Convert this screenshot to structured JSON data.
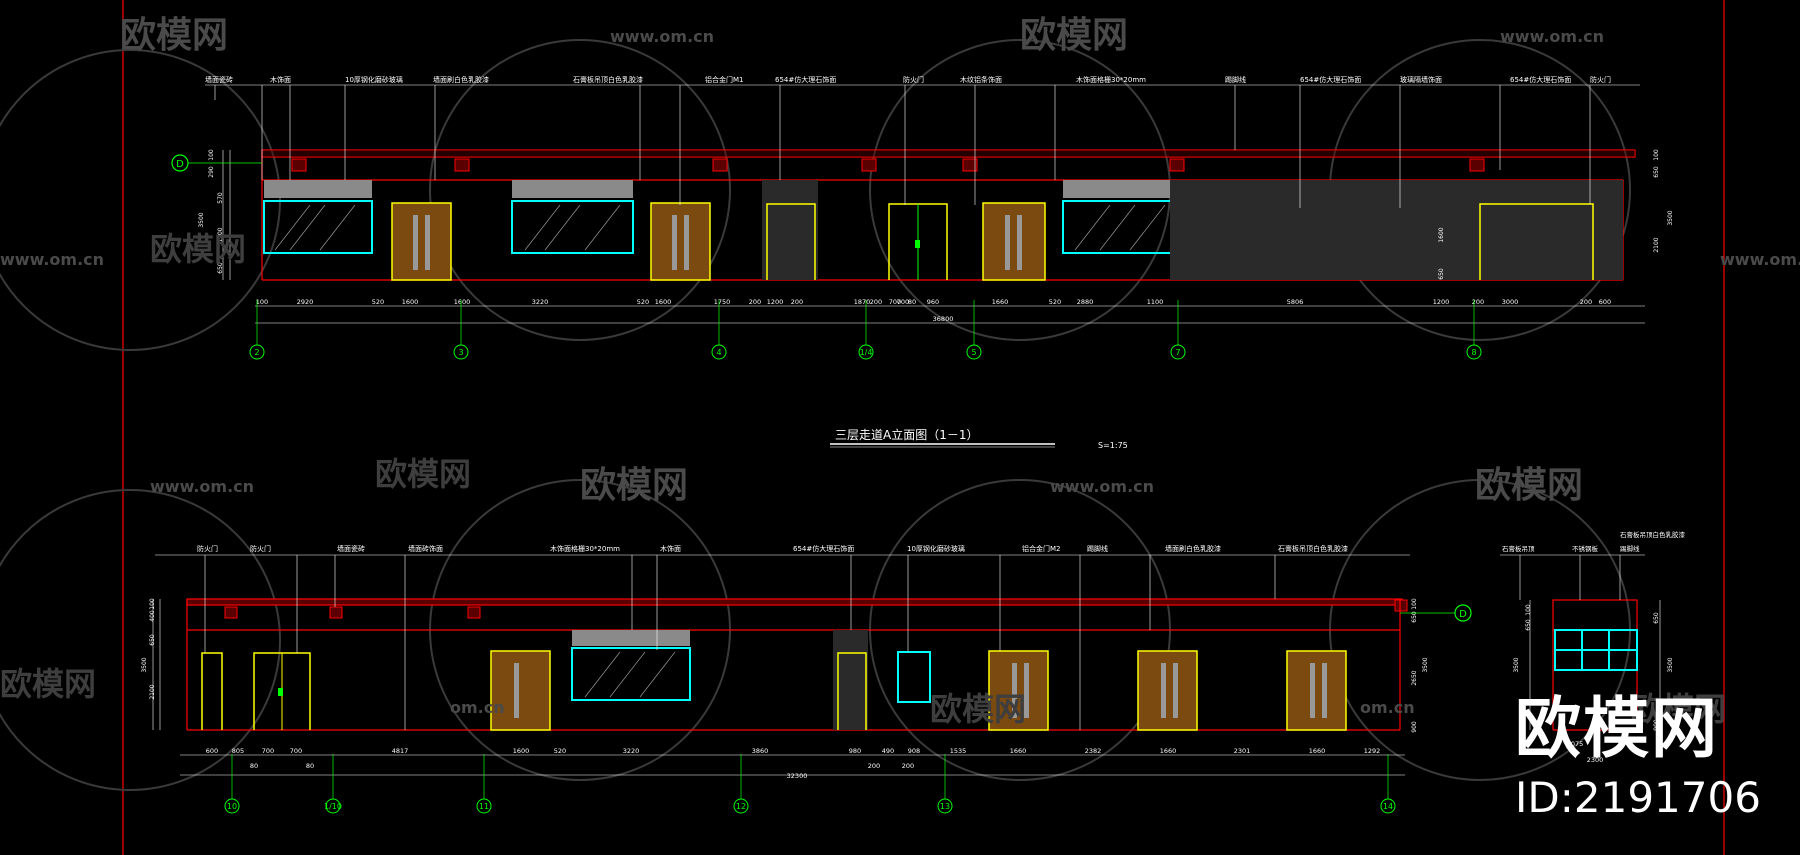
{
  "watermark": {
    "brand_name": "欧模网",
    "url": "www.om.cn",
    "url_partial": "om.cn"
  },
  "brand": {
    "name": "欧模网",
    "id": "ID:2191706"
  },
  "drawing_a": {
    "title": "三层走道A立面图（1－1）",
    "scale": "S=1:75",
    "grid_marker": "D",
    "labels": [
      "墙面瓷砖",
      "木饰面",
      "10厚钢化磨砂玻璃",
      "墙面刷白色乳胶漆",
      "石膏板吊顶白色乳胶漆",
      "铝合金门M1",
      "654#仿大理石饰面",
      "防火门",
      "木纹铝条饰面",
      "木饰面格栅30*20mm",
      "踢脚线",
      "654#仿大理石饰面",
      "玻璃隔墙饰面",
      "654#仿大理石饰面",
      "防火门"
    ],
    "dims": [
      "100",
      "2920",
      "520",
      "1600",
      "1600",
      "3220",
      "520",
      "1600",
      "1750",
      "200",
      "1200",
      "200",
      "1870",
      "200",
      "700",
      "700",
      "80",
      "960",
      "1660",
      "520",
      "2880",
      "1100",
      "5806",
      "1200",
      "200",
      "3000",
      "200",
      "600"
    ],
    "total": "36800",
    "axes": [
      "2",
      "3",
      "4",
      "1/4",
      "5",
      "7",
      "8"
    ],
    "left_dims": [
      "100",
      "290",
      "570",
      "1300",
      "650",
      "3500"
    ],
    "right_dims": [
      "100",
      "650",
      "3500",
      "2100"
    ],
    "inner_dims": [
      "1600",
      "650"
    ]
  },
  "drawing_b": {
    "grid_marker": "D",
    "labels": [
      "防火门",
      "防火门",
      "墙面瓷砖",
      "墙面砖饰面",
      "木饰面格栅30*20mm",
      "木饰面",
      "654#仿大理石饰面",
      "10厚钢化磨砂玻璃",
      "铝合金门M2",
      "踢脚线",
      "墙面刷白色乳胶漆",
      "石膏板吊顶白色乳胶漆"
    ],
    "dims": [
      "600",
      "805",
      "700",
      "700",
      "4817",
      "1600",
      "520",
      "3220",
      "3860",
      "980",
      "490",
      "908",
      "1535",
      "1660",
      "2382",
      "1660",
      "2301",
      "1660",
      "1292"
    ],
    "sub_dims": [
      "80",
      "80",
      "200",
      "200"
    ],
    "total": "32300",
    "axes": [
      "10",
      "1/10",
      "11",
      "12",
      "13",
      "14"
    ],
    "left_dims": [
      "100",
      "400",
      "650",
      "3500",
      "2100"
    ],
    "right_dims": [
      "100",
      "650",
      "3500",
      "2650",
      "900"
    ]
  },
  "drawing_c": {
    "labels": [
      "石膏板吊顶白色乳胶漆",
      "石膏板吊顶",
      "不锈钢板",
      "踢脚线"
    ],
    "dims": [
      "1075",
      "2300"
    ],
    "left_dims": [
      "100",
      "650",
      "3500"
    ],
    "right_dims": [
      "650",
      "3500",
      "900"
    ]
  },
  "colors": {
    "bg": "#000000",
    "red": "#ff0000",
    "yellow": "#ffff00",
    "cyan": "#00ffff",
    "green": "#00ff00",
    "white": "#ffffff",
    "gray": "#808080",
    "brown": "#7a4a10"
  }
}
